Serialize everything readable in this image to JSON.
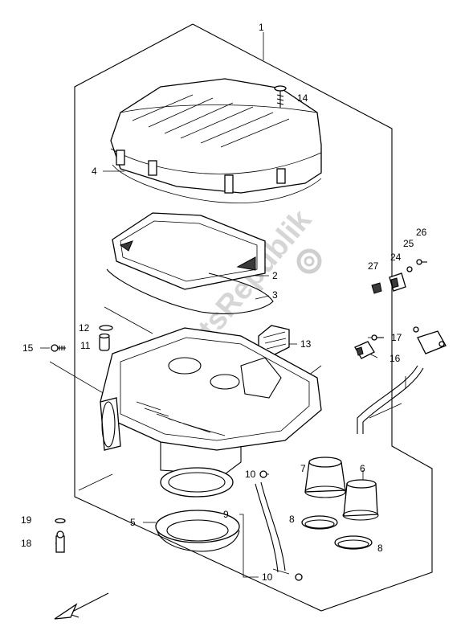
{
  "callouts": [
    {
      "id": "c1",
      "label": "1"
    },
    {
      "id": "c14",
      "label": "14"
    },
    {
      "id": "c4",
      "label": "4"
    },
    {
      "id": "c2",
      "label": "2"
    },
    {
      "id": "c3",
      "label": "3"
    },
    {
      "id": "c26",
      "label": "26"
    },
    {
      "id": "c25",
      "label": "25"
    },
    {
      "id": "c24",
      "label": "24"
    },
    {
      "id": "c27",
      "label": "27"
    },
    {
      "id": "c12",
      "label": "12"
    },
    {
      "id": "c11",
      "label": "11"
    },
    {
      "id": "c13",
      "label": "13"
    },
    {
      "id": "c15",
      "label": "15"
    },
    {
      "id": "c17",
      "label": "17"
    },
    {
      "id": "c16",
      "label": "16"
    },
    {
      "id": "c7",
      "label": "7"
    },
    {
      "id": "c6",
      "label": "6"
    },
    {
      "id": "c10a",
      "label": "10"
    },
    {
      "id": "c9",
      "label": "9"
    },
    {
      "id": "c8a",
      "label": "8"
    },
    {
      "id": "c8b",
      "label": "8"
    },
    {
      "id": "c5",
      "label": "5"
    },
    {
      "id": "c19",
      "label": "19"
    },
    {
      "id": "c18",
      "label": "18"
    },
    {
      "id": "c10b",
      "label": "10"
    }
  ],
  "watermark": "PartsRepublik"
}
